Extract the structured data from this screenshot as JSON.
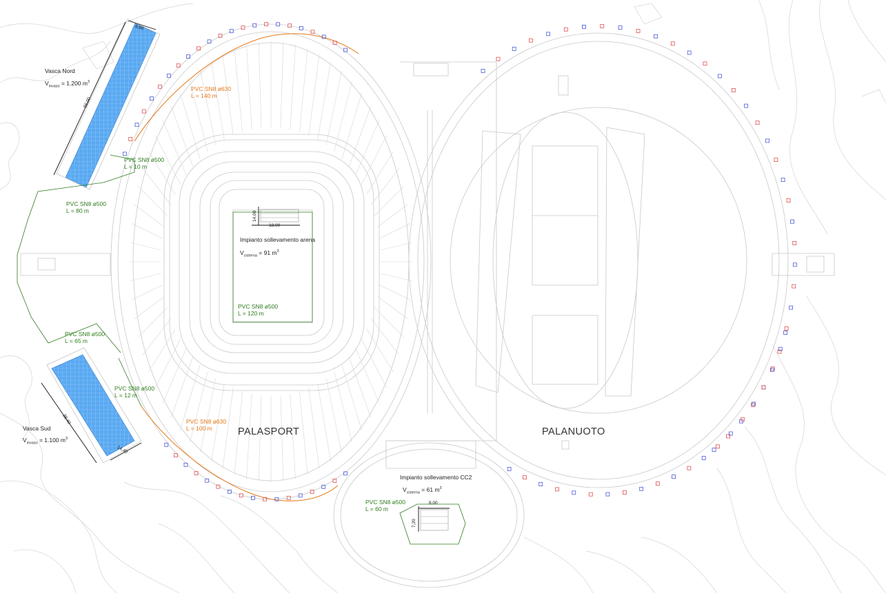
{
  "buildings": {
    "palasport": "PALASPORT",
    "palanuoto": "PALANUOTO"
  },
  "tanks": {
    "nord": {
      "title": "Vasca Nord",
      "v_prefix": "V",
      "v_sub": "invaso",
      "v_value": " = 1.200 m",
      "v_unit_sup": "3",
      "dim_width": "9,60",
      "dim_length": "66,00"
    },
    "sud": {
      "title": "Vasca Sud",
      "v_prefix": "V",
      "v_sub": "invaso",
      "v_value": " = 1.100 m",
      "v_unit_sup": "3",
      "dim_width": "14,40",
      "dim_length": "38,40"
    }
  },
  "pump_arena": {
    "title": "Impianto sollevamento arena",
    "v_prefix": "V",
    "v_sub": "cisterna",
    "v_value": " = 91 m",
    "v_unit_sup": "3",
    "dim_w": "18,00",
    "dim_h": "14,00"
  },
  "pump_cc2": {
    "title": "Impianto sollevamento CC2",
    "v_prefix": "V",
    "v_sub": "cisterna",
    "v_value": " = 61 m",
    "v_unit_sup": "3",
    "dim_w": "8,00",
    "dim_h": "7,20"
  },
  "pipes": [
    {
      "name": "PVC SN8 ø630",
      "length": "L = 140 m",
      "color": "#e67817"
    },
    {
      "name": "PVC SN8 ø500",
      "length": "L = 10 m",
      "color": "#2e7d1e"
    },
    {
      "name": "PVC SN8 ø500",
      "length": "L = 80 m",
      "color": "#2e7d1e"
    },
    {
      "name": "PVC SN8 ø500",
      "length": "L = 65 m",
      "color": "#2e7d1e"
    },
    {
      "name": "PVC SN8 ø500",
      "length": "L = 12 m",
      "color": "#2e7d1e"
    },
    {
      "name": "PVC SN8 ø630",
      "length": "L = 100 m",
      "color": "#e67817"
    },
    {
      "name": "PVC SN8 ø500",
      "length": "L = 120 m",
      "color": "#2e7d1e"
    },
    {
      "name": "PVC SN8 ø500",
      "length": "L = 60 m",
      "color": "#2e7d1e"
    }
  ],
  "colors": {
    "tank_fill": "#5aa9f2",
    "pipe_green": "#2e7d1e",
    "pipe_orange": "#e67817",
    "marker_red": "#e05050",
    "marker_blue": "#4a5ad8",
    "linework": "#c8c8c8"
  }
}
